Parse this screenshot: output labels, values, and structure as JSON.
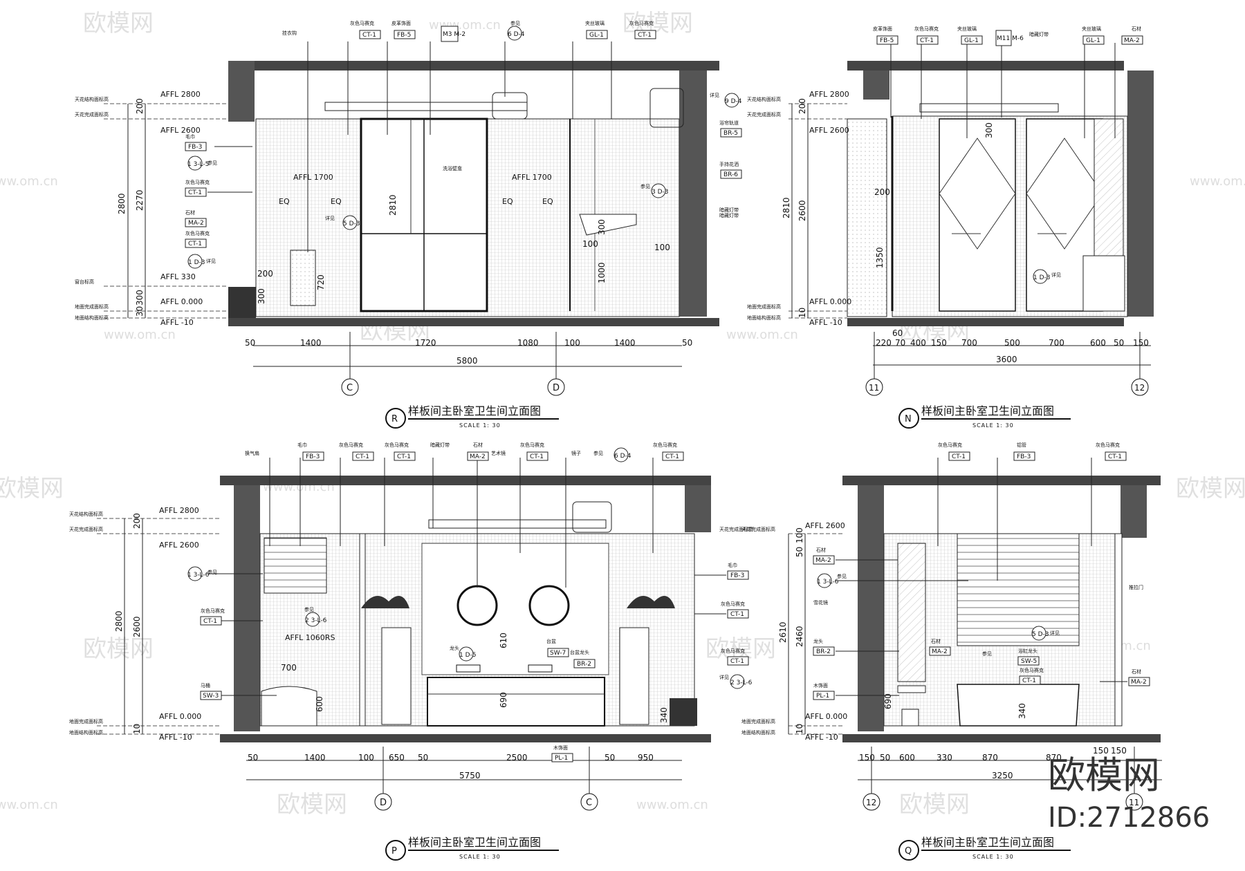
{
  "watermark": {
    "brand": "欧模网",
    "url": "www.om.cn"
  },
  "logo": {
    "brand": "欧模网",
    "id": "ID:2712866"
  },
  "level_labels": {
    "ceiling_finish": "天花完成面标高",
    "ceiling_structure": "天花结构面标高",
    "floor_finish": "地面完成面标高",
    "floor_structure": "地面结构面标高",
    "sill": "窗台标高"
  },
  "panels": {
    "R": {
      "letter": "R",
      "title": "样板间主卧室卫生间立面图",
      "scale": "SCALE  1: 30",
      "elevations": [
        "AFFL 2800",
        "AFFL 2600",
        "AFFL 330",
        "AFFL 0.000",
        "AFFL -10"
      ],
      "vertical_dims": [
        "200",
        "2270",
        "2800",
        "300",
        "30"
      ],
      "bottom_dims": [
        "50",
        "1400",
        "1720",
        "1080",
        "100",
        "1400",
        "50"
      ],
      "total_dim": "5800",
      "axes": [
        "C",
        "D"
      ],
      "inner_dims": [
        "EQ",
        "EQ",
        "EQ",
        "EQ",
        "AFFL 1700",
        "AFFL 1700",
        "2810",
        "720",
        "200",
        "300",
        "300",
        "100",
        "100",
        "1000"
      ],
      "tags": [
        "CT-1",
        "FB-5",
        "M3 M-2",
        "6 D-4",
        "GL-1",
        "CT-1",
        "9 D-4",
        "BR-5",
        "BR-6",
        "3 D-3",
        "FB-3",
        "1 3-L-5",
        "CT-1",
        "MA-2",
        "5 D-3",
        "CT-1",
        "1 D-3"
      ],
      "notes": [
        "挂衣钩",
        "灰色马赛克",
        "皮革饰面",
        "参见",
        "夹丝玻璃",
        "灰色马赛克",
        "详见",
        "浴帘轨道",
        "手持花洒",
        "参见",
        "暗藏灯带",
        "毛巾",
        "参见",
        "灰色马赛克",
        "石材",
        "详见",
        "灰色马赛克",
        "详见",
        "洗浴壁龛",
        "暗藏灯带"
      ]
    },
    "N": {
      "letter": "N",
      "title": "样板间主卧室卫生间立面图",
      "scale": "SCALE  1: 30",
      "elevations": [
        "AFFL 2800",
        "AFFL 2600",
        "AFFL 0.000",
        "AFFL -10"
      ],
      "vertical_dims": [
        "200",
        "2600",
        "2810",
        "10"
      ],
      "inner_dims": [
        "300",
        "200",
        "1350"
      ],
      "bottom_dims": [
        "220",
        "70",
        "400",
        "150",
        "700",
        "500",
        "700",
        "600",
        "50",
        "150"
      ],
      "top_dim": "60",
      "total_dim": "3600",
      "axes": [
        "11",
        "12"
      ],
      "tags": [
        "FB-5",
        "CT-1",
        "GL-1",
        "M11 M-6",
        "GL-1",
        "MA-2",
        "1 D-3"
      ],
      "notes": [
        "皮革饰面",
        "灰色马赛克",
        "夹丝玻璃",
        "暗藏灯带",
        "夹丝玻璃",
        "石材",
        "详见"
      ]
    },
    "P": {
      "letter": "P",
      "title": "样板间主卧室卫生间立面图",
      "scale": "SCALE  1: 30",
      "elevations": [
        "AFFL 2800",
        "AFFL 2600",
        "AFFL 0.000",
        "AFFL -10"
      ],
      "vertical_dims": [
        "200",
        "2600",
        "2800",
        "10"
      ],
      "inner_dims": [
        "AFFL 1060RS",
        "700",
        "600",
        "610",
        "690",
        "340"
      ],
      "bottom_dims": [
        "50",
        "1400",
        "100",
        "650",
        "50",
        "2500",
        "50",
        "950"
      ],
      "total_dim": "5750",
      "axes": [
        "D",
        "C"
      ],
      "tags": [
        "FB-3",
        "CT-1",
        "CT-1",
        "MA-2",
        "CT-1",
        "6 D-4",
        "CT-1",
        "1 3-L-6",
        "2 3-L-6",
        "CT-1",
        "SW-3",
        "1 D-5",
        "SW-7",
        "BR-2",
        "FB-3",
        "CT-1",
        "CT-1",
        "2 3-L-6",
        "PL-1"
      ],
      "notes": [
        "换气扇",
        "毛巾",
        "灰色马赛克",
        "灰色马赛克",
        "暗藏灯带",
        "石材",
        "艺术镜",
        "灰色马赛克",
        "镜子",
        "参见",
        "灰色马赛克",
        "参见",
        "参见",
        "灰色马赛克",
        "马桶",
        "龙头",
        "台盆龙头",
        "台盆",
        "毛巾",
        "灰色马赛克",
        "灰色马赛克",
        "详见",
        "木饰面"
      ]
    },
    "Q": {
      "letter": "Q",
      "title": "样板间主卧室卫生间立面图",
      "scale": "SCALE  1: 30",
      "elevations": [
        "AFFL 2600",
        "AFFL 0.000",
        "AFFL -10"
      ],
      "vertical_dims": [
        "100",
        "50",
        "2460",
        "2610",
        "10"
      ],
      "inner_dims": [
        "690",
        "340"
      ],
      "bottom_dims": [
        "150",
        "50",
        "600",
        "330",
        "870",
        "870",
        "150",
        "150"
      ],
      "total_dim": "3250",
      "axes": [
        "12",
        "11"
      ],
      "tags": [
        "CT-1",
        "FB-3",
        "CT-1",
        "MA-2",
        "1 3-L-6",
        "BR-2",
        "PL-1",
        "MA-2",
        "5 D-3",
        "SW-5",
        "CT-1",
        "MA-2"
      ],
      "notes": [
        "灰色马赛克",
        "铝管",
        "灰色马赛克",
        "石材",
        "参见",
        "雪花镜",
        "龙头",
        "木饰面",
        "石材",
        "参见",
        "浴缸龙头",
        "灰色马赛克",
        "详见",
        "石材",
        "推拉门"
      ]
    }
  }
}
